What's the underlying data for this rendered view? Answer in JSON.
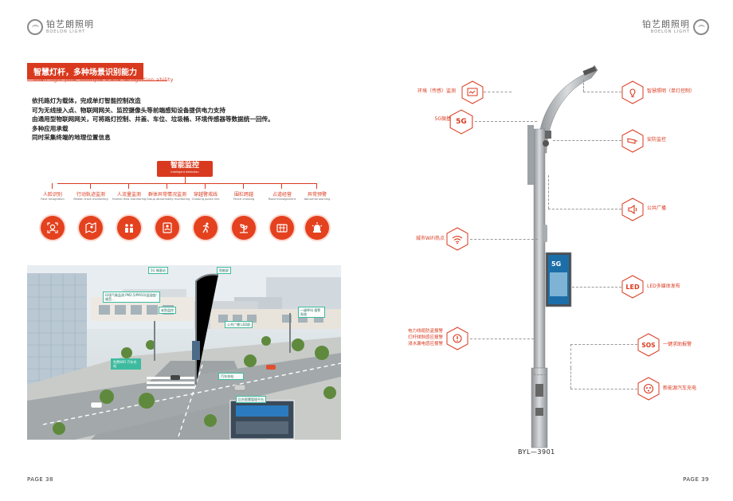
{
  "brand": {
    "name_cn": "铂艺朗照明",
    "name_en": "BOELON LIGHT"
  },
  "left_page": {
    "section_title": "智慧灯杆，多种场景识别能力",
    "section_subtitle": "Smart light pole, multiple scene recognition ability",
    "description": [
      "依托路灯为载体，完成单灯智能控制改造",
      "可为无线接入点、物联网网关、监控摄像头等前端感知设备提供电力支持",
      "由通用型物联网网关，可将路灯控制、井盖、车位、垃圾桶、环境传感器等数据统一回传。",
      "多种应用承载",
      "同时采集终端的地理位置信息"
    ],
    "monitor": {
      "title_cn": "智能监控",
      "title_en": "Intelligent detection",
      "items": [
        {
          "cn": "人脸识别",
          "en": "Face recognition",
          "icon": "face-scan-icon"
        },
        {
          "cn": "行动轨迹监测",
          "en": "Motion track monitoring",
          "icon": "map-track-icon"
        },
        {
          "cn": "人流量监测",
          "en": "Human flow monitoring",
          "icon": "crowd-icon"
        },
        {
          "cn": "群体异常情况监测",
          "en": "Group abnormality monitoring",
          "icon": "group-alert-icon"
        },
        {
          "cn": "穿越警戒线",
          "en": "Crossing police line",
          "icon": "running-person-icon"
        },
        {
          "cn": "围栏跨越",
          "en": "Fence crossing",
          "icon": "fence-icon"
        },
        {
          "cn": "占道经营",
          "en": "Road management",
          "icon": "stall-icon"
        },
        {
          "cn": "异常预警",
          "en": "Abnormal warning",
          "icon": "alarm-light-icon"
        }
      ]
    },
    "city_tags": {
      "fiveg": "5G 微基站",
      "screen": "智能屏",
      "env": "环境气象监测 PM2.5/PM10/温湿度/噪音…",
      "security": "安防监控",
      "wifi": "免费WiFi 汽车充电",
      "broadcast": "公共广播 LED屏",
      "sos": "一键呼叫 报警系统",
      "platform": "后台智慧管理平台",
      "ev": "汽车充电"
    },
    "page_number": "PAGE 38"
  },
  "right_page": {
    "features_left": [
      {
        "label": "环境（传感）监测",
        "icon": "env-monitor-icon"
      },
      {
        "label": "5G微基站",
        "icon_text": "5G",
        "icon": "5g-icon"
      },
      {
        "label": "城市WiFi热点",
        "icon": "wifi-icon"
      },
      {
        "label": "电力线缆防盗报警\n灯杆倾斜感应报警\n浸水漏电感应报警",
        "icon": "alarm-icon"
      }
    ],
    "features_right": [
      {
        "label": "智慧照明（单灯控制）",
        "icon": "bulb-icon"
      },
      {
        "label": "安防监控",
        "icon": "camera-icon"
      },
      {
        "label": "公共广播",
        "icon": "speaker-icon"
      },
      {
        "label": "LED多媒体发布",
        "icon_text": "LED",
        "icon": "led-icon"
      },
      {
        "label": "一键求助报警",
        "icon_text": "SOS",
        "icon": "sos-icon"
      },
      {
        "label": "新能源汽车充电",
        "icon": "ev-plug-icon"
      }
    ],
    "pole_screen_text": "5G",
    "model": "BYL—3901",
    "page_number": "PAGE 39"
  },
  "colors": {
    "accent": "#d93a1f",
    "icon_bg": "#e4411f",
    "tag_border": "#3dbb9f"
  }
}
